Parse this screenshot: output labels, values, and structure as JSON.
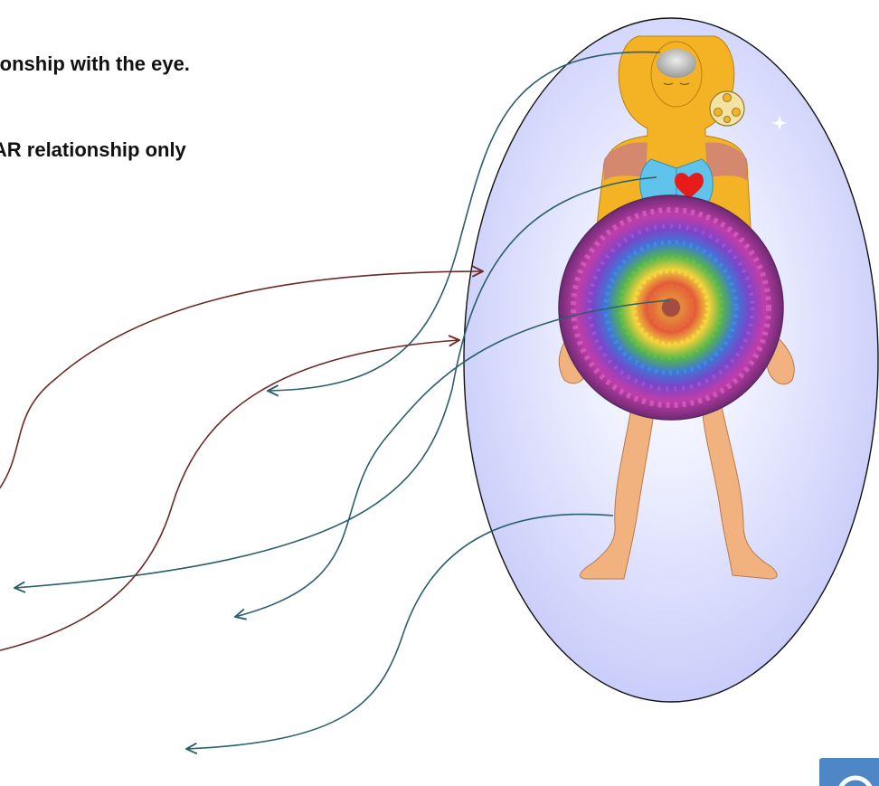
{
  "captions": {
    "line1": "ationship with the eye.",
    "line2": "CAR relationship only"
  },
  "colors": {
    "aura_fill": "#cdd0fb",
    "aura_stroke": "#111111",
    "teal_arrow": "#2a5f6b",
    "maroon_arrow": "#6b2a26",
    "body_skin": "#f2b27f",
    "torso_gold": "#f4b324",
    "lungs_blue": "#5fc3ec",
    "heart_red": "#e81b1b",
    "corner_badge": "#4f86c6"
  },
  "icons": {
    "figure": "human-body-chakra-figure",
    "brain": "brain-icon",
    "heart": "heart-icon",
    "reel": "film-reel-icon",
    "disc": "chakra-spiral-disc",
    "badge": "corner-badge"
  }
}
